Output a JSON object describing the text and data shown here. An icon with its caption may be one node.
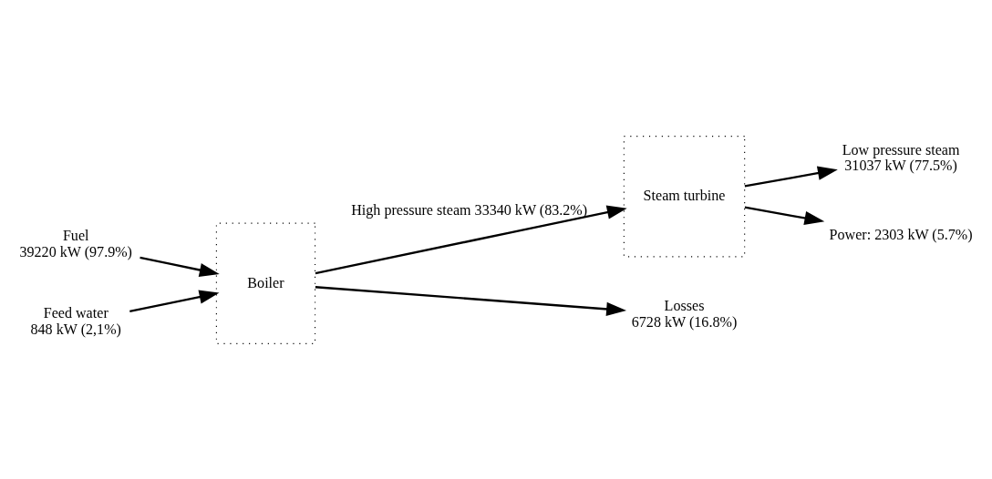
{
  "diagram": {
    "nodes": [
      {
        "text": [
          "Fuel",
          "39220 kW (97.9%)"
        ]
      },
      {
        "text": [
          "Feed water",
          "848 kW (2,1%)"
        ]
      },
      {
        "text": [
          "Boiler"
        ]
      },
      {
        "text": [
          "Steam turbine"
        ]
      },
      {
        "text": [
          "Losses",
          "6728 kW (16.8%)"
        ]
      },
      {
        "text": [
          "Low pressure steam",
          "31037 kW (77.5%)"
        ]
      },
      {
        "text": [
          "Power: 2303 kW (5.7%)"
        ]
      }
    ],
    "edges": [
      {
        "from": 0,
        "to": 2,
        "arrow": "to"
      },
      {
        "from": 1,
        "to": 2,
        "arrow": "to"
      },
      {
        "from": 2,
        "to": 3,
        "arrow": "to",
        "label": "High pressure steam 33340 kW (83.2%)"
      },
      {
        "from": 2,
        "to": 4,
        "arrow": "to"
      },
      {
        "from": 3,
        "to": 5,
        "arrow": "to"
      },
      {
        "from": 3,
        "to": 6,
        "arrow": "to"
      }
    ]
  }
}
